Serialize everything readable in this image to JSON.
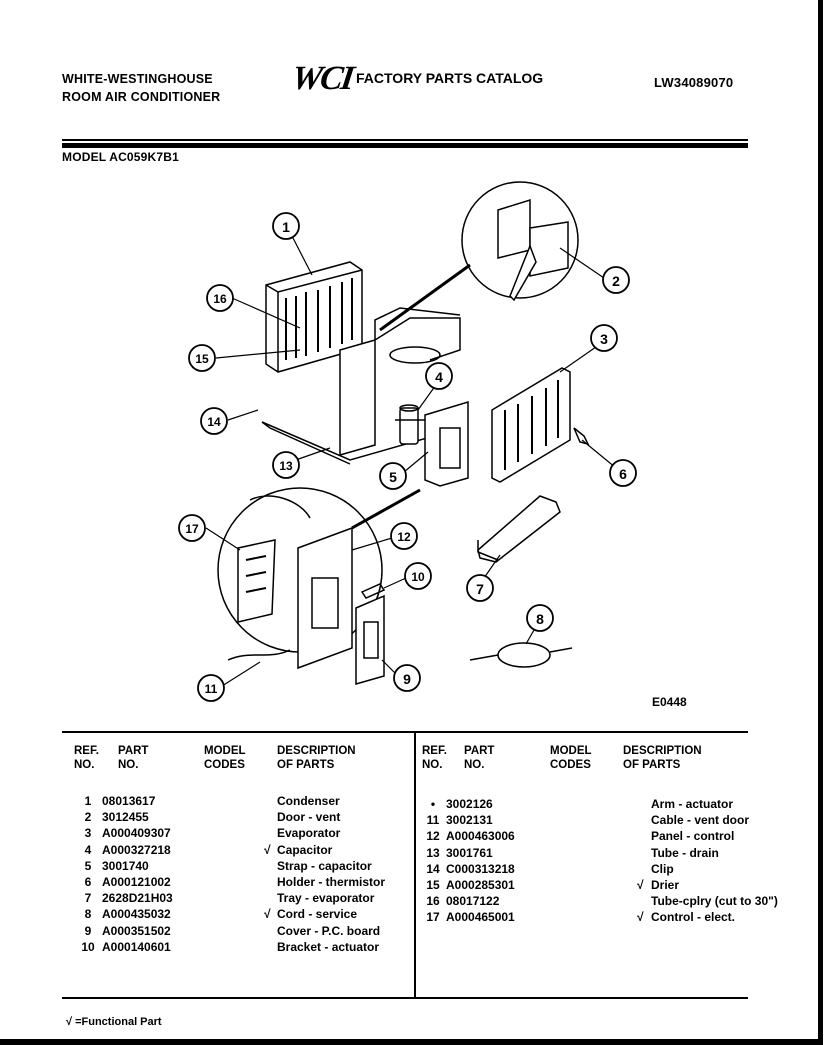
{
  "header": {
    "manufacturer": "WHITE-WESTINGHOUSE",
    "product": "ROOM AIR CONDITIONER",
    "logo": "WCI",
    "catalog_title": "FACTORY PARTS CATALOG",
    "catalog_number": "LW34089070",
    "model_label": "MODEL AC059K7B1"
  },
  "diagram": {
    "figure_code": "E0448",
    "callouts": [
      "1",
      "2",
      "3",
      "4",
      "5",
      "6",
      "7",
      "8",
      "9",
      "10",
      "11",
      "12",
      "13",
      "14",
      "15",
      "16",
      "17"
    ]
  },
  "table": {
    "headers": {
      "ref": "REF.",
      "ref2": "NO.",
      "part": "PART",
      "part2": "NO.",
      "model": "MODEL",
      "model2": "CODES",
      "desc": "DESCRIPTION",
      "desc2": "OF PARTS"
    },
    "left_rows": [
      {
        "ref": "1",
        "part": "08013617",
        "check": "",
        "desc": "Condenser"
      },
      {
        "ref": "2",
        "part": "3012455",
        "check": "",
        "desc": "Door - vent"
      },
      {
        "ref": "3",
        "part": "A000409307",
        "check": "",
        "desc": "Evaporator"
      },
      {
        "ref": "4",
        "part": "A000327218",
        "check": "√",
        "desc": "Capacitor"
      },
      {
        "ref": "5",
        "part": "3001740",
        "check": "",
        "desc": "Strap - capacitor"
      },
      {
        "ref": "6",
        "part": "A000121002",
        "check": "",
        "desc": "Holder - thermistor"
      },
      {
        "ref": "7",
        "part": "2628D21H03",
        "check": "",
        "desc": "Tray - evaporator"
      },
      {
        "ref": "8",
        "part": "A000435032",
        "check": "√",
        "desc": "Cord - service"
      },
      {
        "ref": "9",
        "part": "A000351502",
        "check": "",
        "desc": "Cover - P.C. board"
      },
      {
        "ref": "10",
        "part": "A000140601",
        "check": "",
        "desc": "Bracket - actuator"
      }
    ],
    "right_rows": [
      {
        "ref": "•",
        "part": "3002126",
        "check": "",
        "desc": "Arm - actuator"
      },
      {
        "ref": "11",
        "part": "3002131",
        "check": "",
        "desc": "Cable - vent door"
      },
      {
        "ref": "12",
        "part": "A000463006",
        "check": "",
        "desc": "Panel - control"
      },
      {
        "ref": "13",
        "part": "3001761",
        "check": "",
        "desc": "Tube - drain"
      },
      {
        "ref": "14",
        "part": "C000313218",
        "check": "",
        "desc": "Clip"
      },
      {
        "ref": "15",
        "part": "A000285301",
        "check": "√",
        "desc": "Drier"
      },
      {
        "ref": "16",
        "part": "08017122",
        "check": "",
        "desc": "Tube-cplry (cut to 30\")"
      },
      {
        "ref": "17",
        "part": "A000465001",
        "check": "√",
        "desc": "Control - elect."
      }
    ]
  },
  "footnote": "√ =Functional Part"
}
